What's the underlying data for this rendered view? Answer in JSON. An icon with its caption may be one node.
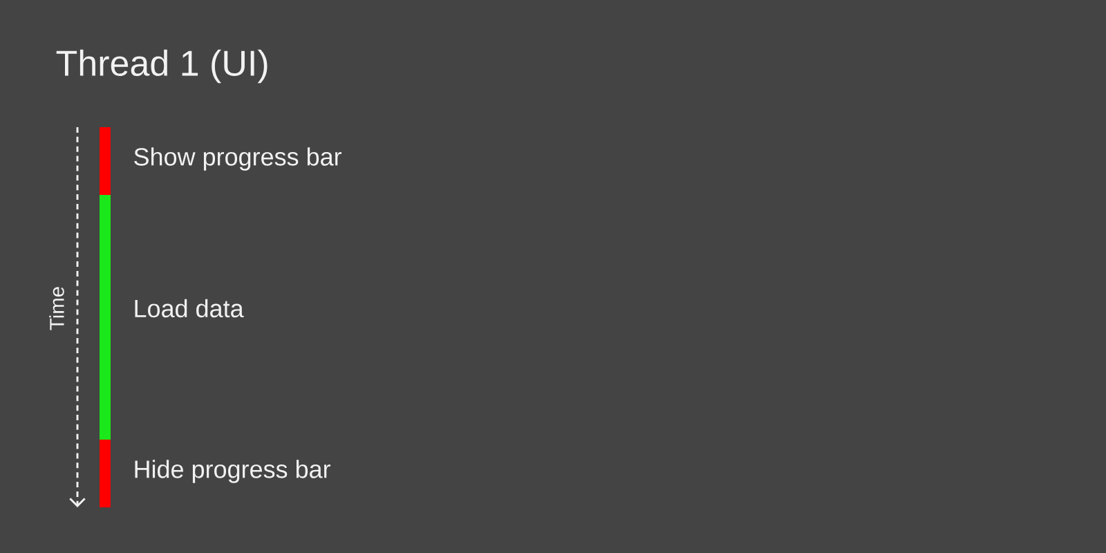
{
  "diagram": {
    "title": "Thread 1 (UI)",
    "nodes": [
      {
        "text": [],
        "shape": "bar",
        "beside": [
          "Show progress bar"
        ]
      },
      {
        "text": [],
        "shape": "bar",
        "beside": [
          "Load data"
        ]
      },
      {
        "text": [],
        "shape": "bar",
        "beside": [
          "Hide progress bar"
        ]
      }
    ],
    "labels": [
      "Time"
    ]
  }
}
